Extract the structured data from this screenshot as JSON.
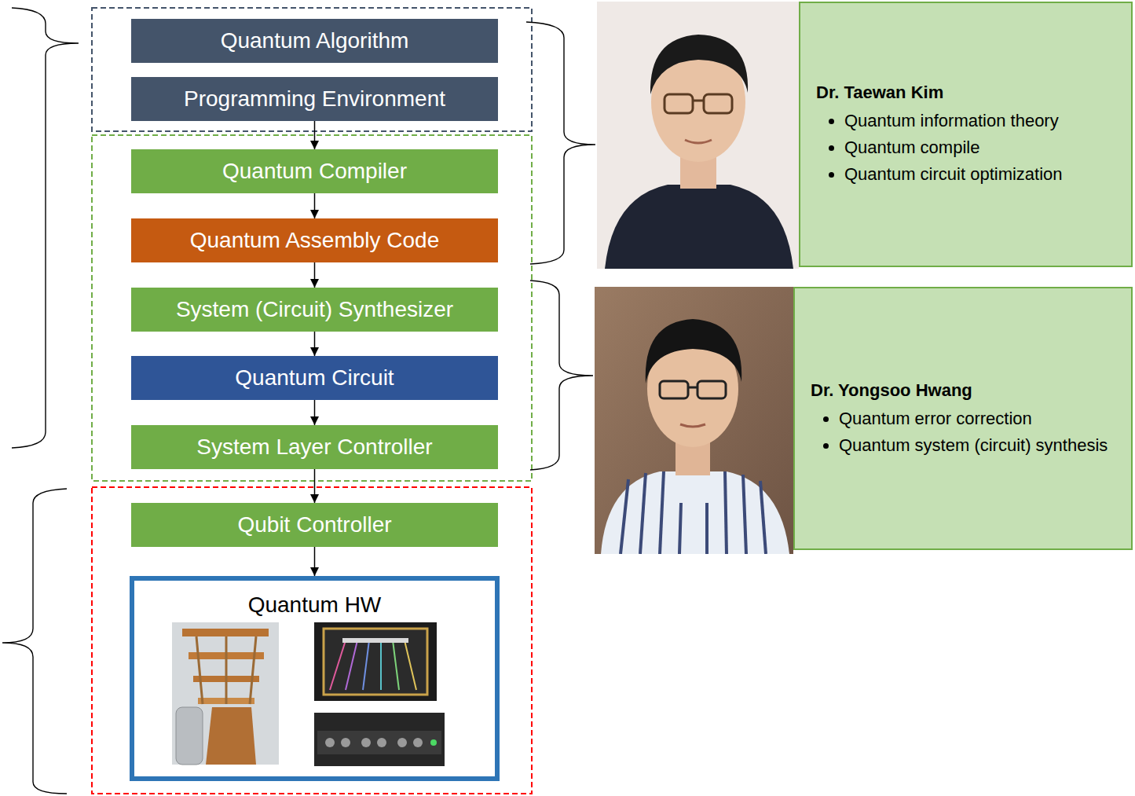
{
  "diagram": {
    "nodes": [
      {
        "text": [
          "Quantum Algorithm"
        ]
      },
      {
        "text": [
          "Programming Environment"
        ]
      },
      {
        "text": [
          "Quantum Compiler"
        ]
      },
      {
        "text": [
          "Quantum Assembly Code"
        ]
      },
      {
        "text": [
          "System (Circuit) Synthesizer"
        ]
      },
      {
        "text": [
          "Quantum Circuit"
        ]
      },
      {
        "text": [
          "System Layer Controller"
        ]
      },
      {
        "text": [
          "Qubit Controller"
        ]
      },
      {
        "text": [
          "Quantum HW"
        ]
      },
      {
        "text": [
          "Dr. Taewan Kim",
          "Quantum information theory",
          "Quantum compile",
          "Quantum circuit optimization"
        ]
      },
      {
        "text": [
          "Dr. Yongsoo Hwang",
          "Quantum error correction",
          "Quantum system (circuit) synthesis"
        ]
      }
    ],
    "edges": [
      {
        "from": 1,
        "to": 2,
        "arrow": "to"
      },
      {
        "from": 2,
        "to": 3,
        "arrow": "to"
      },
      {
        "from": 3,
        "to": 4,
        "arrow": "to"
      },
      {
        "from": 4,
        "to": 5,
        "arrow": "to"
      },
      {
        "from": 5,
        "to": 6,
        "arrow": "to"
      },
      {
        "from": 6,
        "to": 7,
        "arrow": "to"
      },
      {
        "from": 7,
        "to": 8,
        "arrow": "to"
      }
    ]
  }
}
